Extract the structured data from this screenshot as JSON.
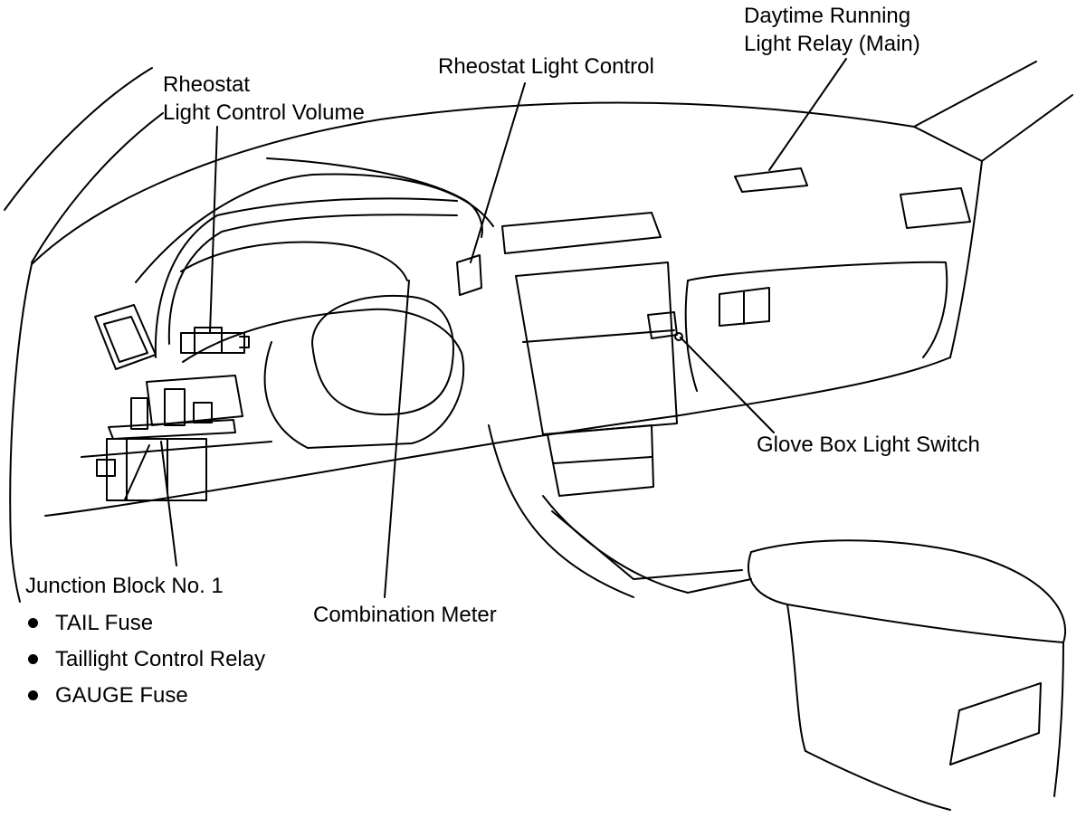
{
  "labels": {
    "daytime_relay": {
      "line1": "Daytime Running",
      "line2": "Light Relay (Main)"
    },
    "rheostat_control": {
      "text": "Rheostat Light Control"
    },
    "rheostat_volume": {
      "line1": "Rheostat",
      "line2": "Light Control Volume"
    },
    "glove_box_switch": {
      "text": "Glove Box Light Switch"
    },
    "combination_meter": {
      "text": "Combination Meter"
    },
    "junction_block": {
      "title": "Junction Block No. 1",
      "items": [
        "TAIL Fuse",
        "Taillight Control Relay",
        "GAUGE Fuse"
      ]
    }
  },
  "colors": {
    "ink": "#000000",
    "paper": "#ffffff"
  }
}
